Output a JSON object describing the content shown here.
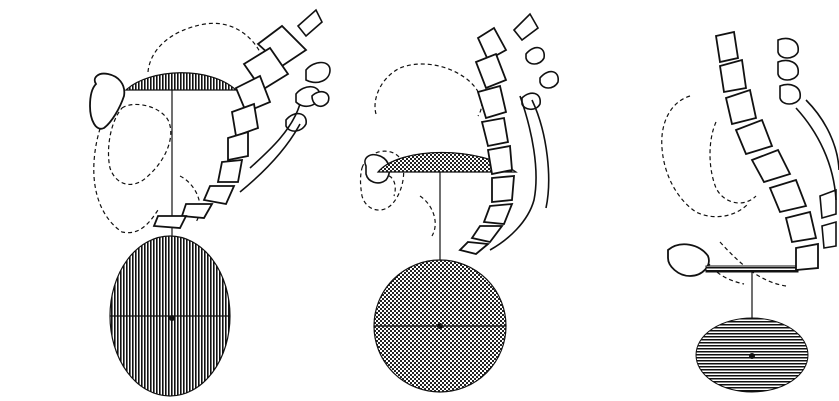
{
  "figure": {
    "panels": [
      {
        "id": "panel-1",
        "pattern": "vertical-hatch",
        "spine_tilt": "steep"
      },
      {
        "id": "panel-2",
        "pattern": "checker-hatch",
        "spine_tilt": "moderate"
      },
      {
        "id": "panel-3",
        "pattern": "horizontal-hatch",
        "spine_tilt": "upright"
      }
    ],
    "stroke_color": "#111111",
    "background_color": "#ffffff"
  }
}
